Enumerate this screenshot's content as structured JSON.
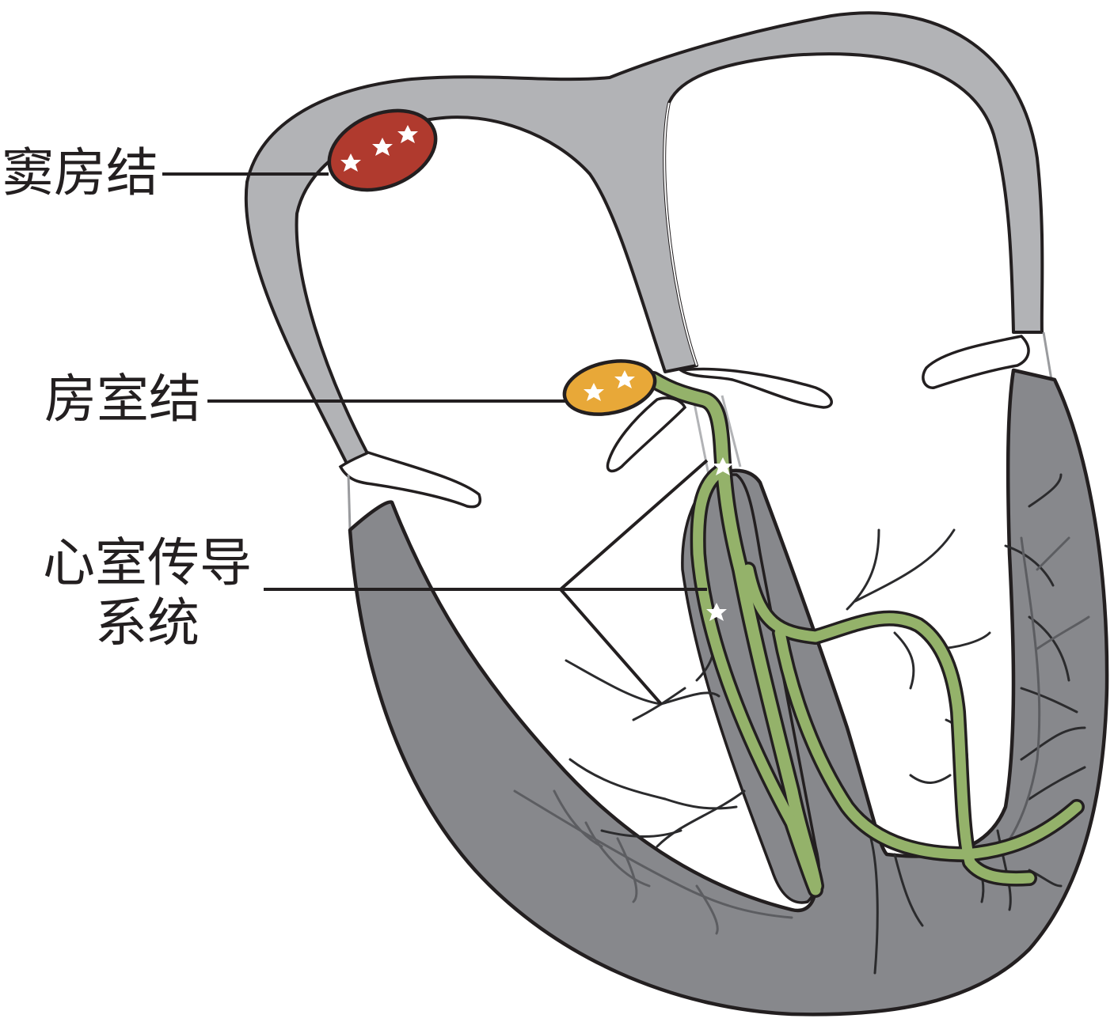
{
  "labels": {
    "sa_node": "窦房结",
    "av_node": "房室结",
    "conduction_line1": "心室传导",
    "conduction_line2": "系统"
  },
  "colors": {
    "atrial_wall": "#b2b3b6",
    "ventricle_wall": "#87888c",
    "outline": "#231f20",
    "sa_node": "#b03a2e",
    "av_node": "#e8a838",
    "conduction_fiber": "#94b26a",
    "star": "#ffffff"
  }
}
